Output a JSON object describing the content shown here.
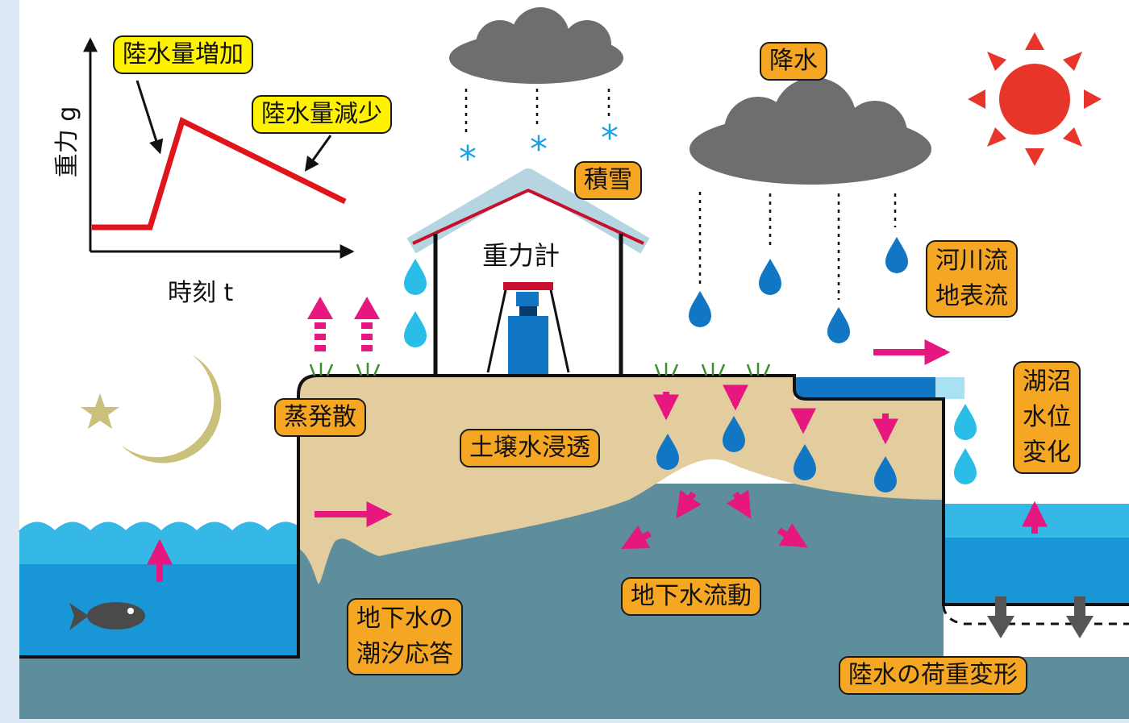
{
  "graph": {
    "y_label": "重力 g",
    "x_label": "時刻 t",
    "label_increase": "陸水量増加",
    "label_decrease": "陸水量減少",
    "line_color": "#e0141b"
  },
  "labels": {
    "gravimeter": "重力計",
    "snow": "積雪",
    "precipitation": "降水",
    "river": "河川流\n地表流",
    "lake": "湖沼\n水位\n変化",
    "evapotranspiration": "蒸発散",
    "soil_water": "土壌水浸透",
    "groundwater_flow": "地下水流動",
    "tidal": "地下水の\n潮汐応答",
    "loading": "陸水の荷重変形"
  },
  "colors": {
    "label_fill": "#f5a623",
    "highlight_fill": "#fff200",
    "soil": "#e3cc9e",
    "groundwater": "#5e8e9c",
    "sea": "#2aa7dc",
    "arrow": "#e6177f",
    "sun": "#e8352a",
    "moon": "#c9c07a",
    "cloud": "#6e6e6e",
    "drop": "#1177c4"
  }
}
